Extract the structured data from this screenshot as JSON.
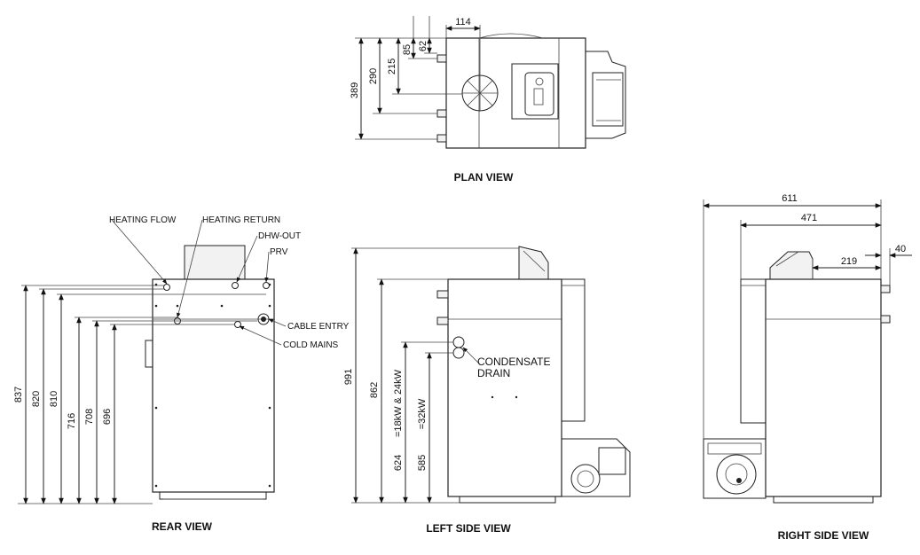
{
  "views": {
    "plan": "PLAN VIEW",
    "rear": "REAR VIEW",
    "left": "LEFT SIDE VIEW",
    "right": "RIGHT SIDE VIEW"
  },
  "plan_dims": {
    "d389": "389",
    "d290": "290",
    "d215": "215",
    "d85": "85",
    "d62": "62",
    "d114": "114"
  },
  "rear_dims": {
    "d837": "837",
    "d820": "820",
    "d810": "810",
    "d716": "716",
    "d708": "708",
    "d696": "696"
  },
  "rear_callouts": {
    "heating_flow": "HEATING FLOW",
    "heating_return": "HEATING RETURN",
    "dhw_out": "DHW-OUT",
    "prv": "PRV",
    "cable_entry": "CABLE ENTRY",
    "cold_mains": "COLD MAINS"
  },
  "left_dims": {
    "d991": "991",
    "d862": "862",
    "d624": "624",
    "d585": "585",
    "kw1": "=18kW & 24kW",
    "kw2": "=32kW"
  },
  "left_callouts": {
    "condensate_1": "CONDENSATE",
    "condensate_2": "DRAIN"
  },
  "right_dims": {
    "d611": "611",
    "d471": "471",
    "d219": "219",
    "d40": "40"
  }
}
